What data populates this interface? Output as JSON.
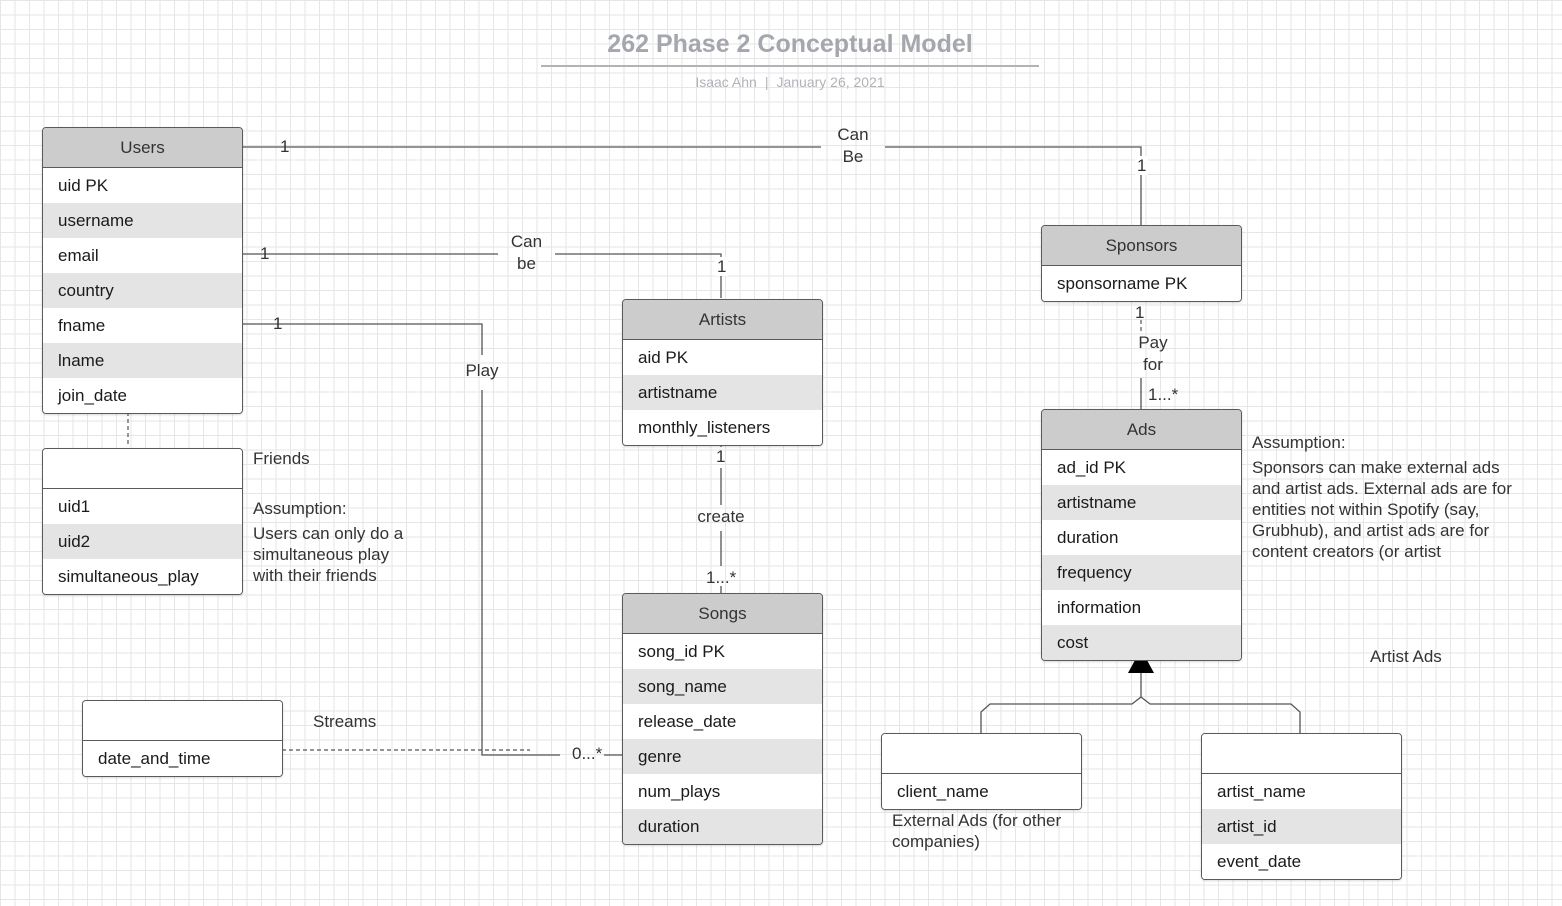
{
  "diagram": {
    "title": "262 Phase 2 Conceptual Model",
    "author": "Isaac Ahn",
    "separator": "|",
    "date": "January 26, 2021"
  },
  "entities": {
    "users": {
      "name": "Users",
      "attributes": [
        "uid PK",
        "username",
        "email",
        "country",
        "fname",
        "lname",
        "join_date"
      ]
    },
    "friends": {
      "name": "",
      "attributes": [
        "uid1",
        "uid2",
        "simultaneous_play"
      ]
    },
    "streams": {
      "name": "",
      "attributes": [
        "date_and_time"
      ]
    },
    "artists": {
      "name": "Artists",
      "attributes": [
        "aid PK",
        "artistname",
        "monthly_listeners"
      ]
    },
    "songs": {
      "name": "Songs",
      "attributes": [
        "song_id PK",
        "song_name",
        "release_date",
        "genre",
        "num_plays",
        "duration"
      ]
    },
    "sponsors": {
      "name": "Sponsors",
      "attributes": [
        "sponsorname PK"
      ]
    },
    "ads": {
      "name": "Ads",
      "attributes": [
        "ad_id PK",
        "artistname",
        "duration",
        "frequency",
        "information",
        "cost"
      ]
    },
    "external_ads": {
      "name": "",
      "attributes": [
        "client_name"
      ]
    },
    "artist_ads": {
      "name": "",
      "attributes": [
        "artist_name",
        "artist_id",
        "event_date"
      ]
    }
  },
  "relationships": {
    "users_sponsors": {
      "label_line1": "Can",
      "label_line2": "Be",
      "card_from": "1",
      "card_to": "1"
    },
    "users_artists": {
      "label_line1": "Can",
      "label_line2": "be",
      "card_from": "1",
      "card_to": "1"
    },
    "users_songs": {
      "label": "Play",
      "card_from": "1",
      "card_to": "0...*"
    },
    "artists_songs": {
      "label": "create",
      "card_from": "1",
      "card_to": "1...*"
    },
    "sponsors_ads": {
      "label_line1": "Pay",
      "label_line2": "for",
      "card_from": "1",
      "card_to": "1...*"
    }
  },
  "labels": {
    "friends": "Friends",
    "streams": "Streams",
    "artist_ads": "Artist Ads",
    "external_ads_line1": "External Ads (for other",
    "external_ads_line2": "companies)"
  },
  "notes": {
    "friends_assumption": {
      "heading": "Assumption:",
      "lines": [
        "Users can only do a",
        "simultaneous play",
        "with their friends"
      ]
    },
    "ads_assumption": {
      "heading": "Assumption:",
      "lines": [
        "Sponsors can make external ads",
        "and artist ads. External ads are for",
        "entities not within Spotify (say,",
        "Grubhub), and artist ads are for",
        "content creators (or artist"
      ]
    }
  },
  "colors": {
    "header_fill": "#cccccc",
    "alt_row_fill": "#e4e4e4",
    "title_color": "#a4a7ad",
    "line_color": "#555555"
  }
}
